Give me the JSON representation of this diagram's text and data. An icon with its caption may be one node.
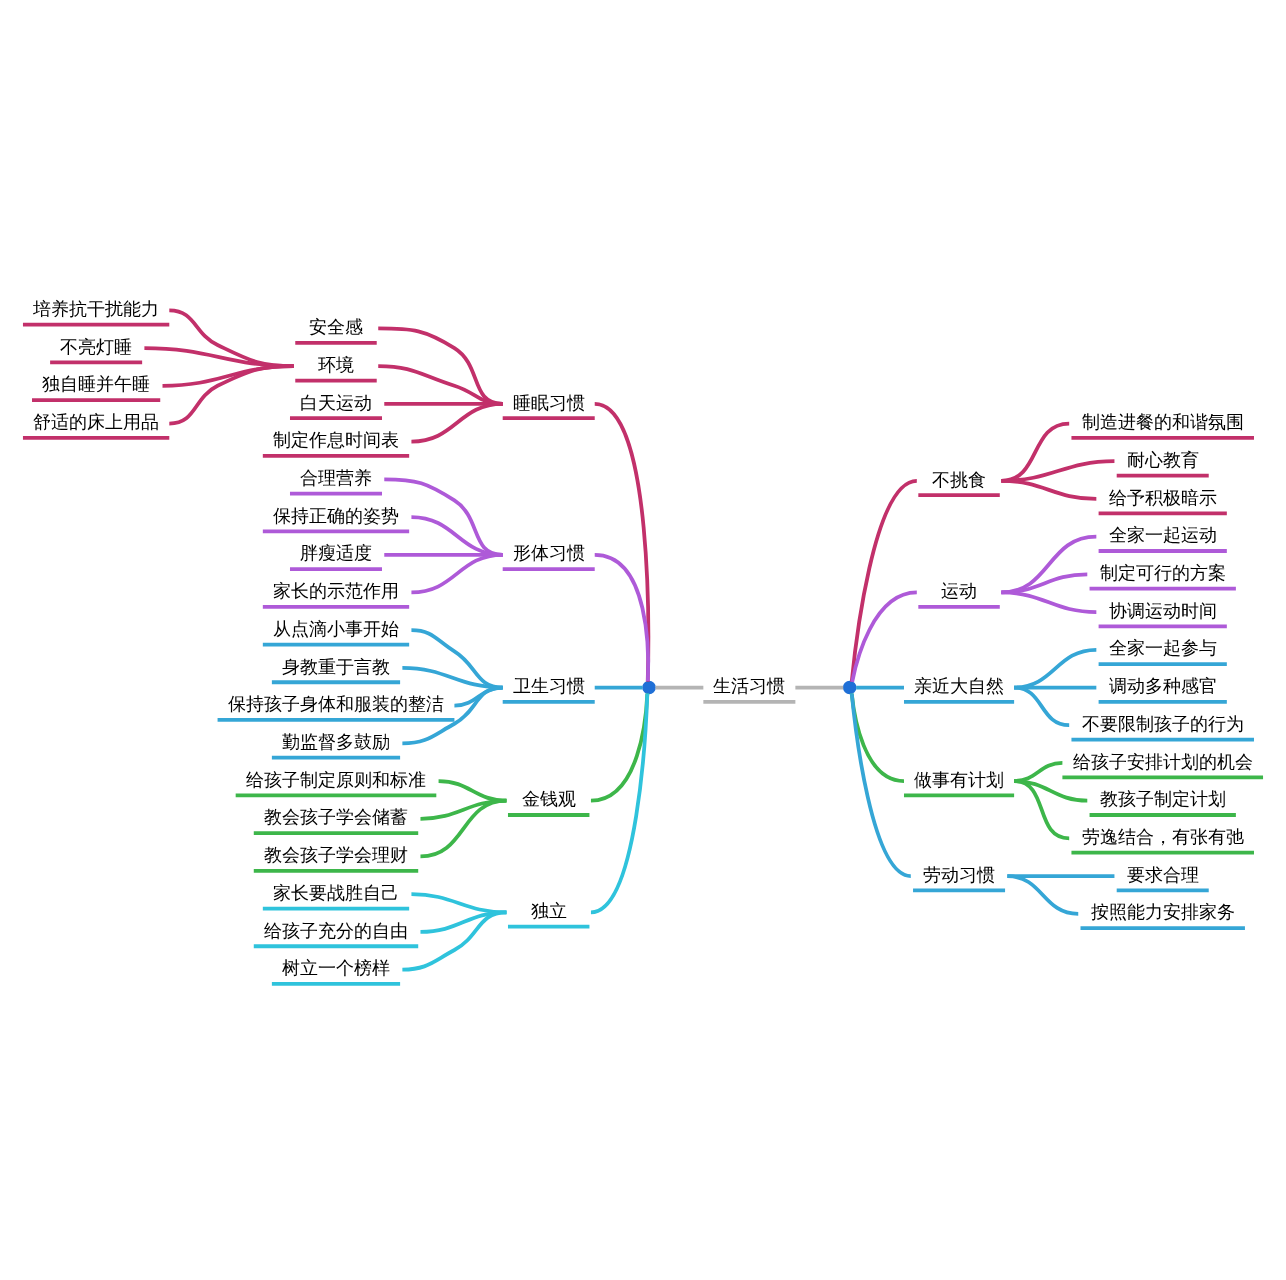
{
  "diagram": {
    "nodes": [
      {
        "text": [
          "生活习惯"
        ]
      },
      {
        "text": [],
        "shape": "circle"
      },
      {
        "text": [],
        "shape": "circle"
      },
      {
        "text": [
          "睡眠习惯"
        ]
      },
      {
        "text": [
          "安全感"
        ]
      },
      {
        "text": [
          "环境"
        ]
      },
      {
        "text": [
          "培养抗干扰能力"
        ]
      },
      {
        "text": [
          "不亮灯睡"
        ]
      },
      {
        "text": [
          "独自睡并午睡"
        ]
      },
      {
        "text": [
          "舒适的床上用品"
        ]
      },
      {
        "text": [
          "白天运动"
        ]
      },
      {
        "text": [
          "制定作息时间表"
        ]
      },
      {
        "text": [
          "形体习惯"
        ]
      },
      {
        "text": [
          "合理营养"
        ]
      },
      {
        "text": [
          "保持正确的姿势"
        ]
      },
      {
        "text": [
          "胖瘦适度"
        ]
      },
      {
        "text": [
          "家长的示范作用"
        ]
      },
      {
        "text": [
          "卫生习惯"
        ]
      },
      {
        "text": [
          "从点滴小事开始"
        ]
      },
      {
        "text": [
          "身教重于言教"
        ]
      },
      {
        "text": [
          "保持孩子身体和服装的整洁"
        ]
      },
      {
        "text": [
          "勤监督多鼓励"
        ]
      },
      {
        "text": [
          "金钱观"
        ]
      },
      {
        "text": [
          "给孩子制定原则和标准"
        ]
      },
      {
        "text": [
          "教会孩子学会储蓄"
        ]
      },
      {
        "text": [
          "教会孩子学会理财"
        ]
      },
      {
        "text": [
          "独立"
        ]
      },
      {
        "text": [
          "家长要战胜自己"
        ]
      },
      {
        "text": [
          "给孩子充分的自由"
        ]
      },
      {
        "text": [
          "树立一个榜样"
        ]
      },
      {
        "text": [
          "不挑食"
        ]
      },
      {
        "text": [
          "制造进餐的和谐氛围"
        ]
      },
      {
        "text": [
          "耐心教育"
        ]
      },
      {
        "text": [
          "给予积极暗示"
        ]
      },
      {
        "text": [
          "运动"
        ]
      },
      {
        "text": [
          "全家一起运动"
        ]
      },
      {
        "text": [
          "制定可行的方案"
        ]
      },
      {
        "text": [
          "协调运动时间"
        ]
      },
      {
        "text": [
          "亲近大自然"
        ]
      },
      {
        "text": [
          "全家一起参与"
        ]
      },
      {
        "text": [
          "调动多种感官"
        ]
      },
      {
        "text": [
          "不要限制孩子的行为"
        ]
      },
      {
        "text": [
          "做事有计划"
        ]
      },
      {
        "text": [
          "给孩子安排计划的机会"
        ]
      },
      {
        "text": [
          "教孩子制定计划"
        ]
      },
      {
        "text": [
          "劳逸结合，有张有弛"
        ]
      },
      {
        "text": [
          "劳动习惯"
        ]
      },
      {
        "text": [
          "要求合理"
        ]
      },
      {
        "text": [
          "按照能力安排家务"
        ]
      }
    ],
    "edges": [
      {
        "from": 1,
        "to": 0,
        "arrow": "none",
        "color": "#b4b4b4"
      },
      {
        "from": 0,
        "to": 2,
        "arrow": "none",
        "color": "#b4b4b4"
      },
      {
        "from": 3,
        "to": 1,
        "arrow": "none",
        "color": "#c2306a"
      },
      {
        "from": 4,
        "to": 3,
        "arrow": "none",
        "color": "#c2306a"
      },
      {
        "from": 5,
        "to": 3,
        "arrow": "none",
        "color": "#c2306a"
      },
      {
        "from": 6,
        "to": 5,
        "arrow": "none",
        "color": "#c2306a"
      },
      {
        "from": 7,
        "to": 5,
        "arrow": "none",
        "color": "#c2306a"
      },
      {
        "from": 8,
        "to": 5,
        "arrow": "none",
        "color": "#c2306a"
      },
      {
        "from": 9,
        "to": 5,
        "arrow": "none",
        "color": "#c2306a"
      },
      {
        "from": 10,
        "to": 3,
        "arrow": "none",
        "color": "#c2306a"
      },
      {
        "from": 11,
        "to": 3,
        "arrow": "none",
        "color": "#c2306a"
      },
      {
        "from": 12,
        "to": 1,
        "arrow": "none",
        "color": "#ae5ad8"
      },
      {
        "from": 13,
        "to": 12,
        "arrow": "none",
        "color": "#ae5ad8"
      },
      {
        "from": 14,
        "to": 12,
        "arrow": "none",
        "color": "#ae5ad8"
      },
      {
        "from": 15,
        "to": 12,
        "arrow": "none",
        "color": "#ae5ad8"
      },
      {
        "from": 16,
        "to": 12,
        "arrow": "none",
        "color": "#ae5ad8"
      },
      {
        "from": 17,
        "to": 1,
        "arrow": "none",
        "color": "#35a6d6"
      },
      {
        "from": 18,
        "to": 17,
        "arrow": "none",
        "color": "#35a6d6"
      },
      {
        "from": 19,
        "to": 17,
        "arrow": "none",
        "color": "#35a6d6"
      },
      {
        "from": 20,
        "to": 17,
        "arrow": "none",
        "color": "#35a6d6"
      },
      {
        "from": 21,
        "to": 17,
        "arrow": "none",
        "color": "#35a6d6"
      },
      {
        "from": 22,
        "to": 1,
        "arrow": "none",
        "color": "#3db64a"
      },
      {
        "from": 23,
        "to": 22,
        "arrow": "none",
        "color": "#3db64a"
      },
      {
        "from": 24,
        "to": 22,
        "arrow": "none",
        "color": "#3db64a"
      },
      {
        "from": 25,
        "to": 22,
        "arrow": "none",
        "color": "#3db64a"
      },
      {
        "from": 26,
        "to": 1,
        "arrow": "none",
        "color": "#2fc3dc"
      },
      {
        "from": 27,
        "to": 26,
        "arrow": "none",
        "color": "#2fc3dc"
      },
      {
        "from": 28,
        "to": 26,
        "arrow": "none",
        "color": "#2fc3dc"
      },
      {
        "from": 29,
        "to": 26,
        "arrow": "none",
        "color": "#2fc3dc"
      },
      {
        "from": 2,
        "to": 30,
        "arrow": "none",
        "color": "#c2306a"
      },
      {
        "from": 30,
        "to": 31,
        "arrow": "none",
        "color": "#c2306a"
      },
      {
        "from": 30,
        "to": 32,
        "arrow": "none",
        "color": "#c2306a"
      },
      {
        "from": 30,
        "to": 33,
        "arrow": "none",
        "color": "#c2306a"
      },
      {
        "from": 2,
        "to": 34,
        "arrow": "none",
        "color": "#ae5ad8"
      },
      {
        "from": 34,
        "to": 35,
        "arrow": "none",
        "color": "#ae5ad8"
      },
      {
        "from": 34,
        "to": 36,
        "arrow": "none",
        "color": "#ae5ad8"
      },
      {
        "from": 34,
        "to": 37,
        "arrow": "none",
        "color": "#ae5ad8"
      },
      {
        "from": 2,
        "to": 38,
        "arrow": "none",
        "color": "#35a6d6"
      },
      {
        "from": 38,
        "to": 39,
        "arrow": "none",
        "color": "#35a6d6"
      },
      {
        "from": 38,
        "to": 40,
        "arrow": "none",
        "color": "#35a6d6"
      },
      {
        "from": 38,
        "to": 41,
        "arrow": "none",
        "color": "#35a6d6"
      },
      {
        "from": 2,
        "to": 42,
        "arrow": "none",
        "color": "#3db64a"
      },
      {
        "from": 42,
        "to": 43,
        "arrow": "none",
        "color": "#3db64a"
      },
      {
        "from": 42,
        "to": 44,
        "arrow": "none",
        "color": "#3db64a"
      },
      {
        "from": 42,
        "to": 45,
        "arrow": "none",
        "color": "#3db64a"
      },
      {
        "from": 2,
        "to": 46,
        "arrow": "none",
        "color": "#35a6d6"
      },
      {
        "from": 46,
        "to": 47,
        "arrow": "none",
        "color": "#35a6d6"
      },
      {
        "from": 46,
        "to": 48,
        "arrow": "none",
        "color": "#35a6d6"
      }
    ]
  }
}
